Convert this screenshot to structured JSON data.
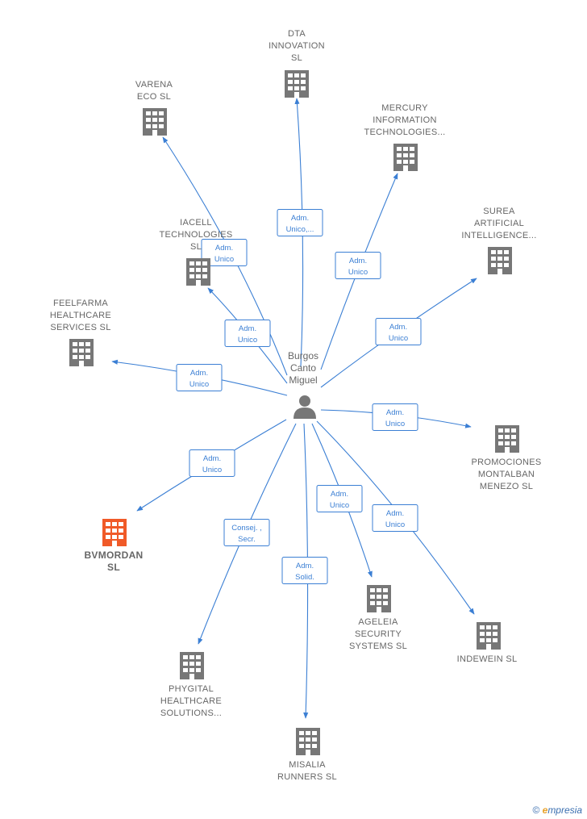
{
  "center": {
    "label_lines": [
      "Burgos",
      "Canto",
      "Miguel"
    ]
  },
  "colors": {
    "edge": "#3b7fd4",
    "building": "#777777",
    "highlight": "#f05a28",
    "text": "#666666"
  },
  "nodes": [
    {
      "id": "dta",
      "lines": [
        "DTA",
        "INNOVATION",
        "SL"
      ],
      "role": [
        "Adm.",
        "Unico,..."
      ]
    },
    {
      "id": "varena",
      "lines": [
        "VARENA",
        "ECO  SL"
      ],
      "role": [
        "Adm.",
        "Unico"
      ]
    },
    {
      "id": "mercury",
      "lines": [
        "MERCURY",
        "INFORMATION",
        "TECHNOLOGIES..."
      ],
      "role": [
        "Adm.",
        "Unico"
      ]
    },
    {
      "id": "surea",
      "lines": [
        "SUREA",
        "ARTIFICIAL",
        "INTELLIGENCE..."
      ],
      "role": [
        "Adm.",
        "Unico"
      ]
    },
    {
      "id": "iacell",
      "lines": [
        "IACELL",
        "TECHNOLOGIES",
        "SL"
      ],
      "role": [
        "Adm.",
        "Unico"
      ]
    },
    {
      "id": "feelfarma",
      "lines": [
        "FEELFARMA",
        "HEALTHCARE",
        "SERVICES  SL"
      ],
      "role": [
        "Adm.",
        "Unico"
      ]
    },
    {
      "id": "promociones",
      "lines": [
        "PROMOCIONES",
        "MONTALBAN",
        "MENEZO SL"
      ],
      "role": [
        "Adm.",
        "Unico"
      ]
    },
    {
      "id": "bvmordan",
      "lines": [
        "BVMORDAN",
        "SL"
      ],
      "role": [
        "Adm.",
        "Unico"
      ],
      "highlight": true
    },
    {
      "id": "ageleia",
      "lines": [
        "AGELEIA",
        "SECURITY",
        "SYSTEMS SL"
      ],
      "role": [
        "Adm.",
        "Unico"
      ]
    },
    {
      "id": "indewein",
      "lines": [
        "INDEWEIN  SL"
      ],
      "role": [
        "Adm.",
        "Unico"
      ]
    },
    {
      "id": "phygital",
      "lines": [
        "PHYGITAL",
        "HEALTHCARE",
        "SOLUTIONS..."
      ],
      "role": [
        "Consej. ,",
        "Secr."
      ]
    },
    {
      "id": "misalia",
      "lines": [
        "MISALIA",
        "RUNNERS  SL"
      ],
      "role": [
        "Adm.",
        "Solid."
      ]
    }
  ],
  "footer": {
    "copyright": "©",
    "brand_first": "e",
    "brand_rest": "mpresia"
  }
}
